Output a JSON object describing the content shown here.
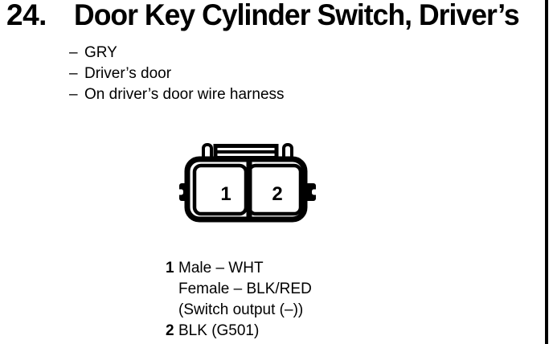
{
  "colors": {
    "ink": "#000000",
    "paper": "#ffffff"
  },
  "header": {
    "item_number": "24.",
    "title": "Door Key Cylinder Switch, Driver’s"
  },
  "details": [
    {
      "bullet": "–",
      "text": "GRY"
    },
    {
      "bullet": "–",
      "text": "Driver’s door"
    },
    {
      "bullet": "–",
      "text": "On driver’s door wire harness"
    }
  ],
  "connector": {
    "pins": [
      {
        "label": "1"
      },
      {
        "label": "2"
      }
    ]
  },
  "pin_legend": [
    {
      "number": "1",
      "lines": [
        "Male – WHT",
        "Female – BLK/RED",
        "(Switch output (–))"
      ]
    },
    {
      "number": "2",
      "lines": [
        "BLK (G501)"
      ]
    }
  ]
}
